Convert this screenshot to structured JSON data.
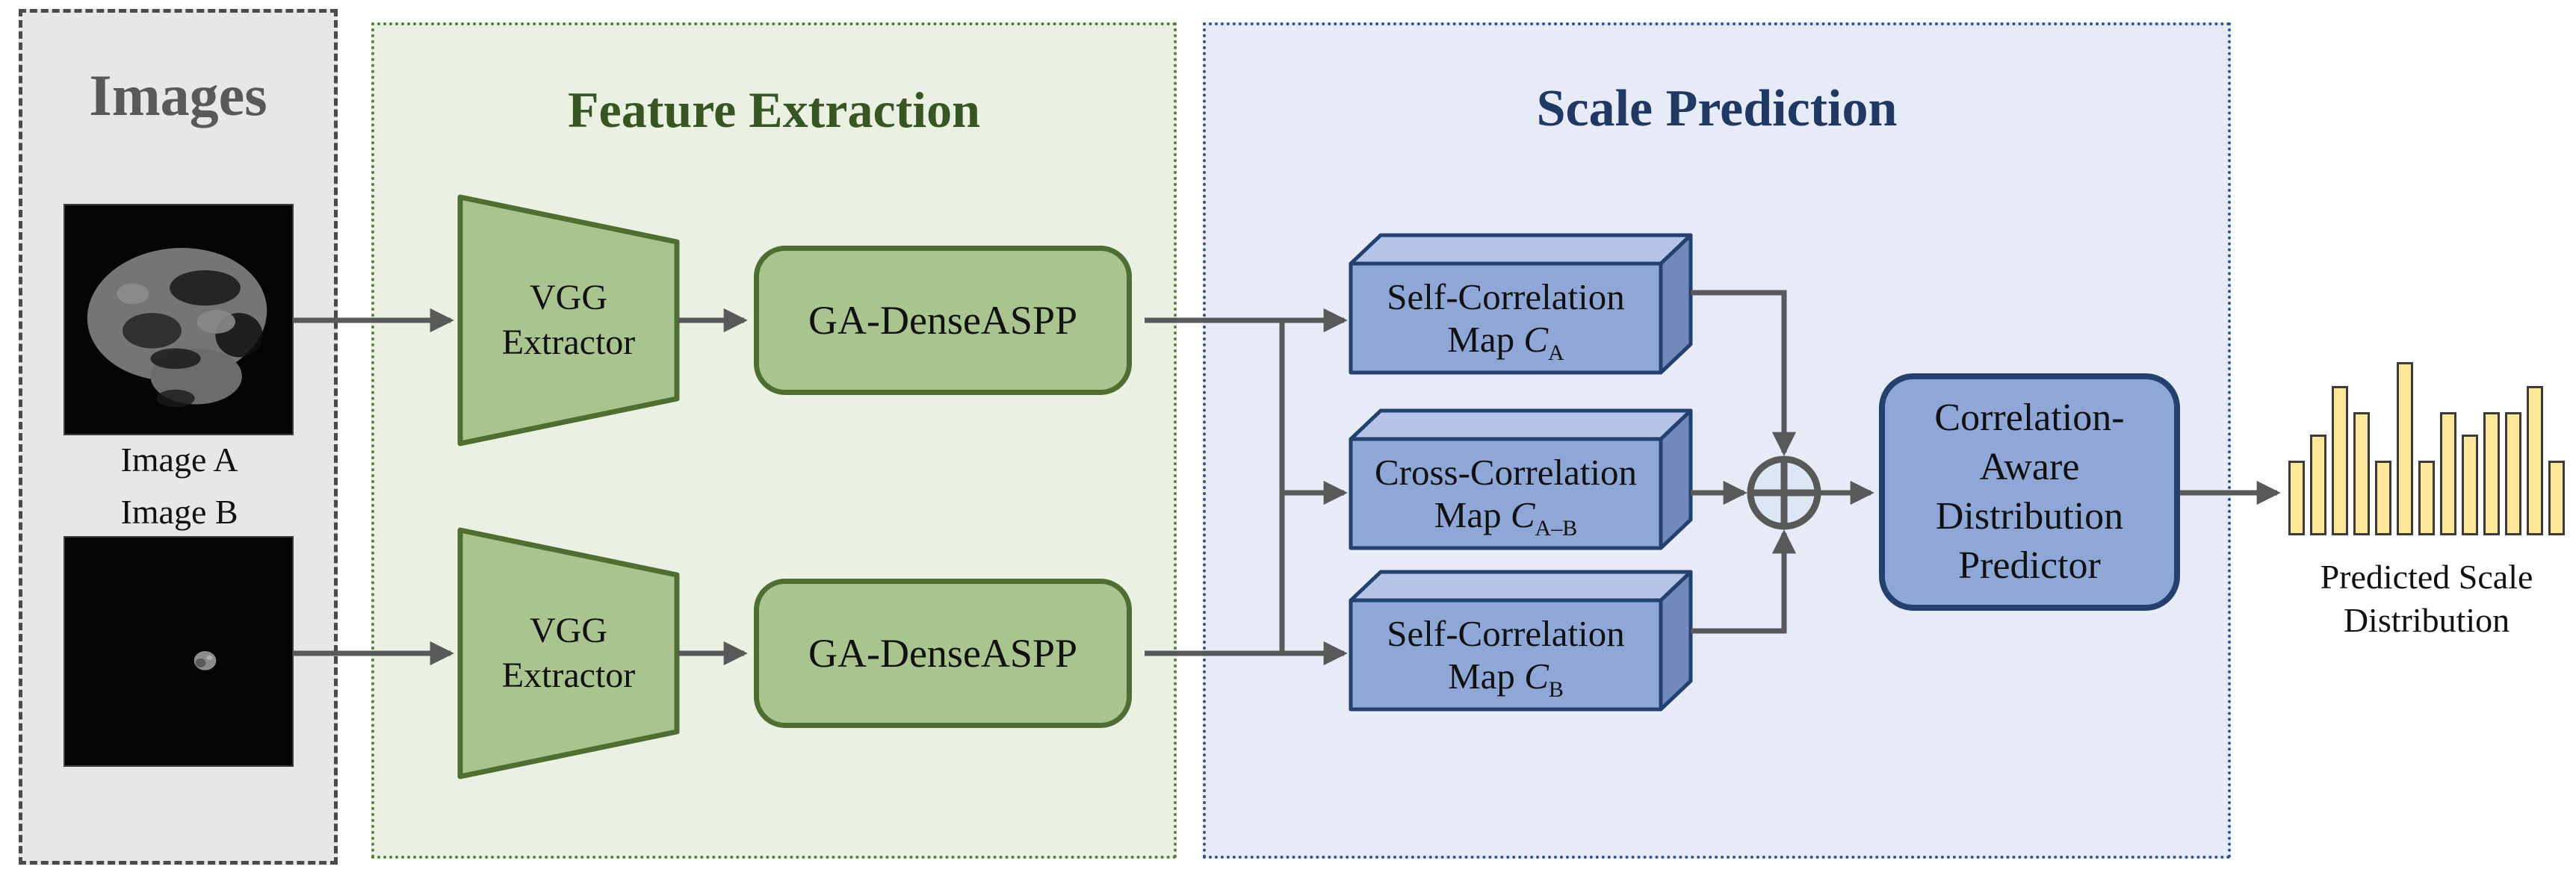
{
  "panels": {
    "images": {
      "title": "Images",
      "image_a_label": "Image A",
      "image_b_label": "Image B",
      "image_a_icon": "asteroid-photo-large",
      "image_b_icon": "asteroid-photo-small"
    },
    "feature_extraction": {
      "title": "Feature Extraction",
      "vgg": {
        "line1": "VGG",
        "line2": "Extractor"
      },
      "ga_denseaspp": "GA-DenseASPP"
    },
    "scale_prediction": {
      "title": "Scale Prediction",
      "correlation_boxes": [
        {
          "line1": "Self-Correlation",
          "map_word": "Map",
          "variable": "C",
          "subscript": "A"
        },
        {
          "line1": "Cross-Correlation",
          "map_word": "Map",
          "variable": "C",
          "subscript": "A–B"
        },
        {
          "line1": "Self-Correlation",
          "map_word": "Map",
          "variable": "C",
          "subscript": "B"
        }
      ],
      "sum_icon": "circle-plus-icon",
      "predictor_lines": [
        "Correlation-",
        "Aware",
        "Distribution",
        "Predictor"
      ]
    }
  },
  "output": {
    "label_line1": "Predicted Scale",
    "label_line2": "Distribution"
  },
  "chart_data": {
    "type": "bar",
    "title": "Predicted Scale Distribution",
    "values": [
      0.43,
      0.58,
      0.86,
      0.71,
      0.43,
      1.0,
      0.43,
      0.71,
      0.58,
      0.71,
      0.71,
      0.86,
      0.43
    ],
    "ylim": [
      0,
      1
    ],
    "bar_count": 13,
    "legend": "none",
    "grid": false
  },
  "colors": {
    "arrow": "#595959",
    "images_bg": "#E8E7E7",
    "images_border": "#4a4a4a",
    "images_title": "#595959",
    "green_bg": "#EBF1E2",
    "green_border": "#538135",
    "green_title": "#375623",
    "green_box_fill": "#A9C48E",
    "green_box_stroke": "#4F6E32",
    "blue_bg": "#E7EBF7",
    "blue_border": "#2F5496",
    "blue_title": "#1F3864",
    "box_front": "#8EA7D7",
    "box_top": "#B3C4E8",
    "box_side": "#7289BB",
    "box_stroke": "#24406E",
    "sum_fill": "#DCE6F4",
    "bar_fill": "#FFE699",
    "bar_stroke": "#3B3B3B",
    "text": "#111111"
  }
}
